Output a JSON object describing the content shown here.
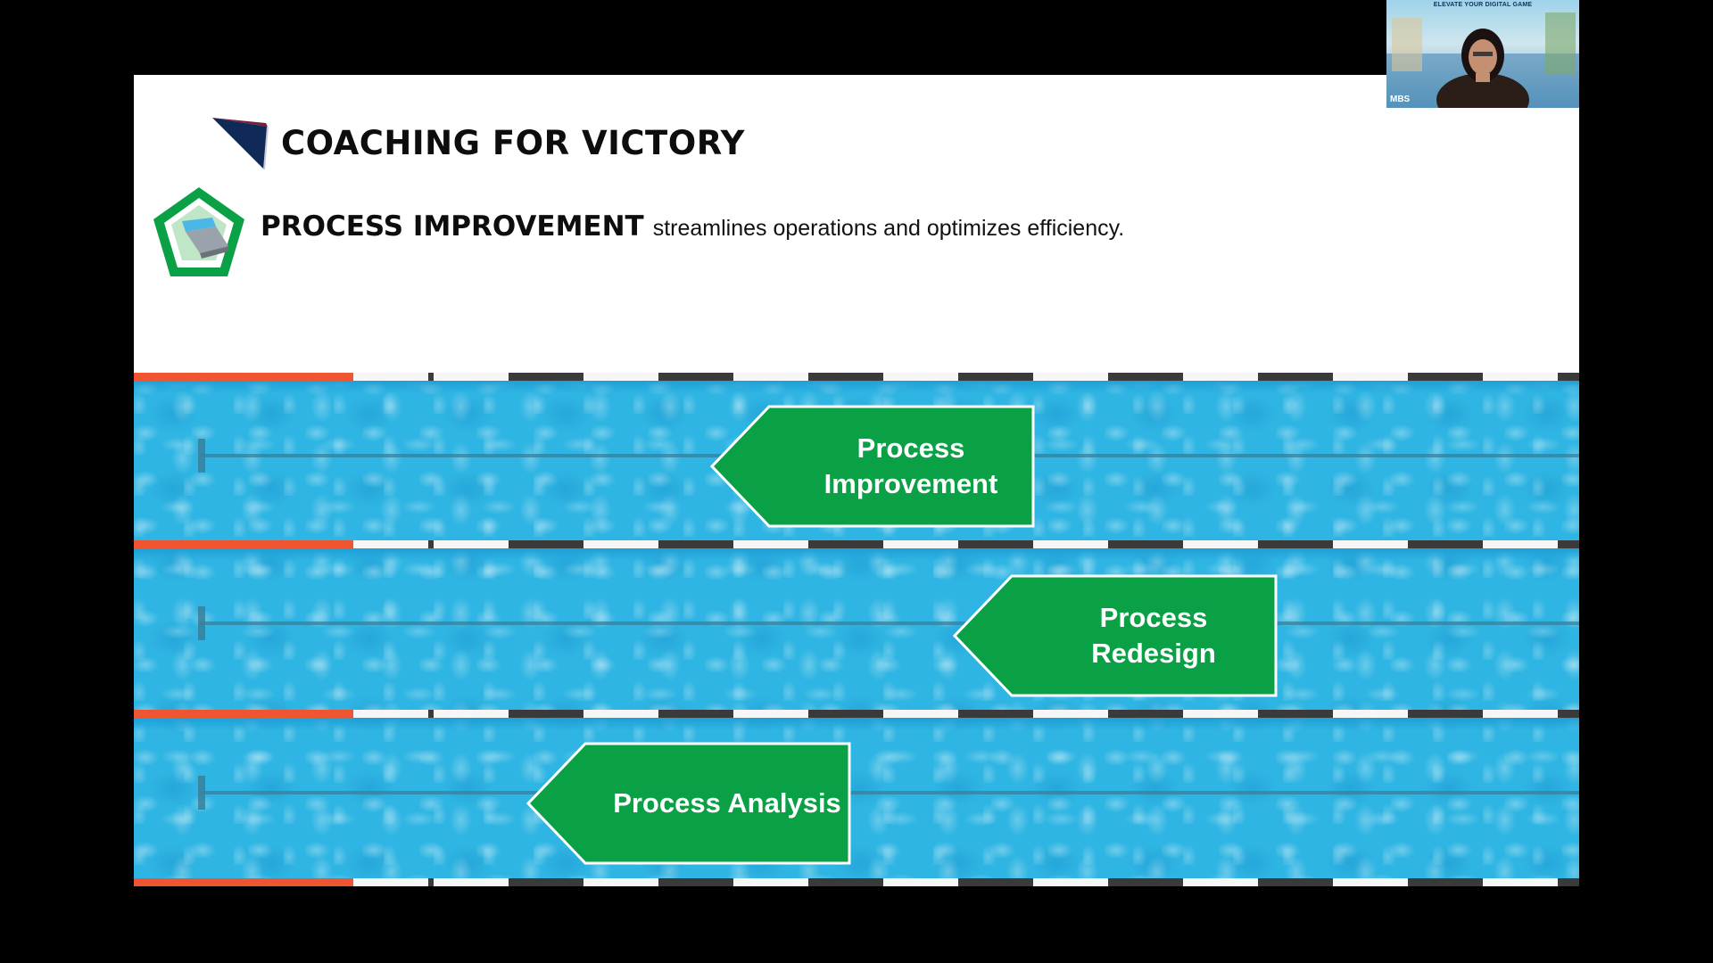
{
  "slide": {
    "title": "COACHING FOR VICTORY",
    "subtitle_bold": "PROCESS IMPROVEMENT",
    "subtitle_rest": "streamlines operations and optimizes efficiency."
  },
  "lanes": [
    {
      "label": "Process\nImprovement"
    },
    {
      "label": "Process\nRedesign"
    },
    {
      "label": "Process Analysis"
    }
  ],
  "webcam": {
    "banner": "ELEVATE YOUR DIGITAL GAME",
    "brand": "MBS"
  },
  "colors": {
    "arrow_green": "#0aa146",
    "pool_blue": "#2fb5e3",
    "rope_red": "#ef5530",
    "logo_navy": "#0f2a57"
  },
  "icons": {
    "logo": "pennant-flag-icon",
    "section": "diving-board-pentagon-icon"
  }
}
